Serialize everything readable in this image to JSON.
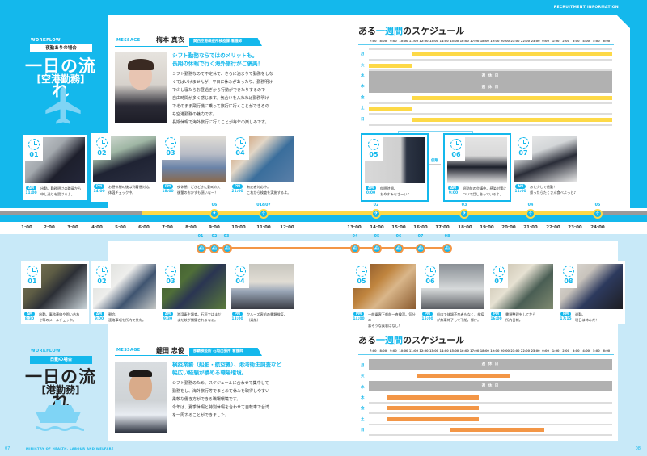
{
  "header": {
    "recruitment_label": "RECRUITMENT INFORMATION"
  },
  "airport": {
    "workflow_label": "WORKFLOW",
    "tag": "夜勤ありの場合",
    "title": "一日の流れ",
    "subtitle": "[空港勤務]",
    "icon": "airplane-icon",
    "message": {
      "label": "MESSAGE",
      "name": "梅本 真衣",
      "role": "関西空港検疫所検疫課 看護師",
      "headline_1": "シフト勤務ならではのメリットも。",
      "headline_2": "長期の休暇で行く海外旅行がご褒美！",
      "body": [
        "シフト勤務なので不定休で、さらに泊まりで勤務をしな",
        "くてはいけませんが、平日に休みがあったり、勤務明け",
        "で少し寝たらお昼過ぎから行動ができたりするので",
        "自由時間が多く感じます。気合いを入れれば勤務明け",
        "でそのまま飛行機に乗って旅行に行くことができるの",
        "も空港勤務の魅力です。",
        "長期休暇で海外旅行に行くことが毎年の楽しみです。"
      ]
    },
    "photos": [
      {
        "num": "01",
        "ampm": "AM",
        "time": "11:00",
        "desc_1": "出勤。勤務明けの職員から",
        "desc_2": "申し送りを受けるよ。"
      },
      {
        "num": "02",
        "ampm": "PM",
        "time": "14:00",
        "desc_1": "お昼休憩の後は到着便対応。",
        "desc_2": "体温チェック中。"
      },
      {
        "num": "03",
        "ampm": "PM",
        "time": "18:00",
        "desc_1": "夜休憩。どきどきに勤めれて",
        "desc_2": "後輩のおかずも頂いなー！"
      },
      {
        "num": "04",
        "ampm": "PM",
        "time": "21:00",
        "desc_1": "有症者対応中。",
        "desc_2": "これから検査を実施するよ。"
      },
      {
        "num": "05",
        "ampm": "AM",
        "time": "0:00",
        "desc_1": "仮眠時間。",
        "desc_2": "おやすみなさーい♪"
      },
      {
        "num": "06",
        "ampm": "AM",
        "time": "9:00",
        "desc_1": "退勤前の会議中。感染対策に",
        "desc_2": "ついて話し合っているよ。"
      },
      {
        "num": "07",
        "ampm": "AM",
        "time": "11:00",
        "desc_1": "あと少しで退勤！",
        "desc_2": "帰ったらたくさん食べよっと♪"
      }
    ],
    "nap_label": "仮眠",
    "weekly": {
      "title_prefix": "ある",
      "title_highlight": "一週間",
      "title_suffix": "のスケジュール",
      "hours": [
        "7:00",
        "8:00",
        "9:00",
        "10:00",
        "11:00",
        "12:00",
        "13:00",
        "14:00",
        "15:00",
        "16:00",
        "17:00",
        "18:00",
        "19:00",
        "20:00",
        "21:00",
        "22:00",
        "23:00",
        "0:00",
        "1:00",
        "2:00",
        "3:00",
        "4:00",
        "5:00",
        "6:00"
      ],
      "days": [
        "月",
        "火",
        "水",
        "木",
        "金",
        "土",
        "日"
      ],
      "off_label": "週 休 日"
    }
  },
  "timeline": {
    "hours": [
      "1:00",
      "2:00",
      "3:00",
      "4:00",
      "5:00",
      "6:00",
      "7:00",
      "8:00",
      "9:00",
      "10:00",
      "11:00",
      "12:00",
      "13:00",
      "14:00",
      "15:00",
      "16:00",
      "17:00",
      "18:00",
      "19:00",
      "20:00",
      "21:00",
      "22:00",
      "23:00",
      "24:00"
    ],
    "air_nodes": [
      "06",
      "01&07",
      "02",
      "03",
      "04",
      "05"
    ],
    "ship_nodes": [
      "01",
      "02",
      "03",
      "04",
      "05",
      "06",
      "07",
      "08"
    ]
  },
  "port": {
    "workflow_label": "WORKFLOW",
    "tag": "日勤の場合",
    "title": "一日の流れ",
    "subtitle": "[港勤務]",
    "icon": "ship-icon",
    "message": {
      "label": "MESSAGE",
      "name": "鍵田 忠俊",
      "role": "那覇検疫所 石垣出張所 看護師",
      "headline_1": "検疫業務（船舶・航空機）、港湾衛生調査など",
      "headline_2": "幅広い経験が積める職場環境。",
      "body": [
        "シフト勤務のため、スケジュールに合わせて集中して",
        "勤務をし、海外旅行等でまとめて休みを取得しやすい",
        "柔軟な働き方ができる職場環境です。",
        "今年は、夏季休暇と特別休暇を合わせて自転車で台湾",
        "を一周することができました。"
      ]
    },
    "photos": [
      {
        "num": "01",
        "ampm": "AM",
        "time": "8:30",
        "desc_1": "出勤。事務連絡や問い合わ",
        "desc_2": "せ等のメールチェック。"
      },
      {
        "num": "02",
        "ampm": "AM",
        "time": "9:00",
        "desc_1": "朝会。",
        "desc_2": "連絡事項を所内で共有。"
      },
      {
        "num": "03",
        "ampm": "AM",
        "time": "9:30",
        "desc_1": "港湾衛生調査。石垣ではまだ",
        "desc_2": "まだ蚊が捕獲されるなぁ。"
      },
      {
        "num": "04",
        "ampm": "PM",
        "time": "13:00",
        "desc_1": "クルーズ客船の書類検疫。",
        "desc_2": "（乗船）"
      },
      {
        "num": "05",
        "ampm": "PM",
        "time": "14:00",
        "desc_1": "一般乗客下船前一斉検温。気分の",
        "desc_2": "悪そうな乗客はなし！"
      },
      {
        "num": "06",
        "ampm": "PM",
        "time": "15:00",
        "desc_1": "船内で体調不良者もなく、検疫",
        "desc_2": "が無事終了して下船。帰庁。"
      },
      {
        "num": "07",
        "ampm": "PM",
        "time": "16:00",
        "desc_1": "書類整理をしてから",
        "desc_2": "所内日報。"
      },
      {
        "num": "08",
        "ampm": "PM",
        "time": "17:15",
        "desc_1": "退勤。",
        "desc_2": "明日は休みだ！"
      }
    ],
    "weekly": {
      "title_prefix": "ある",
      "title_highlight": "一週間",
      "title_suffix": "のスケジュール",
      "hours": [
        "7:00",
        "8:00",
        "9:00",
        "10:00",
        "11:00",
        "12:00",
        "13:00",
        "14:00",
        "15:00",
        "16:00",
        "17:00",
        "18:00",
        "19:00",
        "20:00",
        "21:00",
        "22:00",
        "23:00",
        "0:00",
        "1:00",
        "2:00",
        "3:00",
        "4:00",
        "5:00",
        "6:00"
      ],
      "days": [
        "月",
        "火",
        "水",
        "木",
        "金",
        "土",
        "日"
      ],
      "off_label": "週 休 日"
    }
  },
  "footer": {
    "page_left": "07",
    "ministry": "MINISTRY OF HEALTH, LABOUR AND WELFARE",
    "page_right": "08"
  },
  "colors": {
    "brand_cyan": "#14b8ec",
    "light_blue": "#c8e9f8",
    "yellow": "#fdd947",
    "orange": "#f39646",
    "off_grey": "#b1b1b1"
  }
}
